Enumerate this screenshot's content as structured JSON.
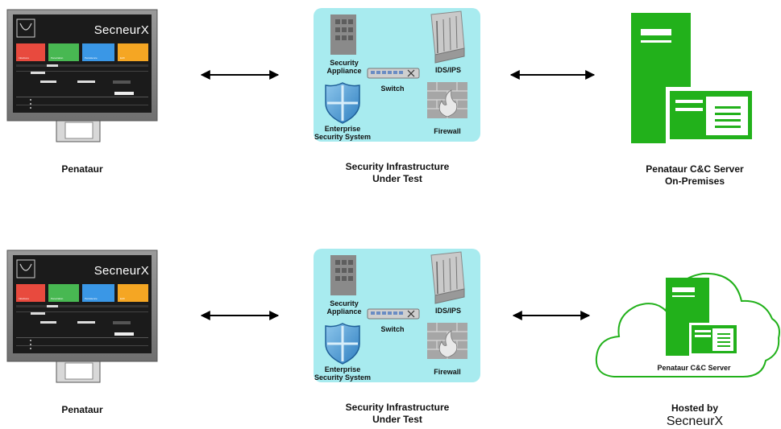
{
  "rows": [
    {
      "pc_caption": "Penataur",
      "pc_brand": "SecneurX",
      "tiles": [
        "Infections",
        "Penetration",
        "Persistence",
        "Exfil"
      ],
      "infra_caption_line1": "Security Infrastructure",
      "infra_caption_line2": "Under Test",
      "server_caption_line1": "Penataur C&C Server",
      "server_caption_line2": "On-Premises"
    },
    {
      "pc_caption": "Penataur",
      "pc_brand": "SecneurX",
      "tiles": [
        "Infections",
        "Penetration",
        "Persistence",
        "Exfil"
      ],
      "infra_caption_line1": "Security Infrastructure",
      "infra_caption_line2": "Under Test",
      "cloud_label": "Penataur C&C Server",
      "hosted_by": "Hosted by",
      "hosted_brand": "SecneurX"
    }
  ],
  "infra_labels": {
    "security_appliance_1": "Security",
    "security_appliance_2": "Appliance",
    "ids_ips": "IDS/IPS",
    "switch": "Switch",
    "firewall": "Firewall",
    "ess_1": "Enterprise",
    "ess_2": "Security System"
  },
  "colors": {
    "infra_bg": "#a8ebef",
    "server_green": "#22b11b",
    "tile_red": "#e84a3e",
    "tile_green": "#48b852",
    "tile_blue": "#3a97e6",
    "tile_orange": "#f5a623"
  }
}
